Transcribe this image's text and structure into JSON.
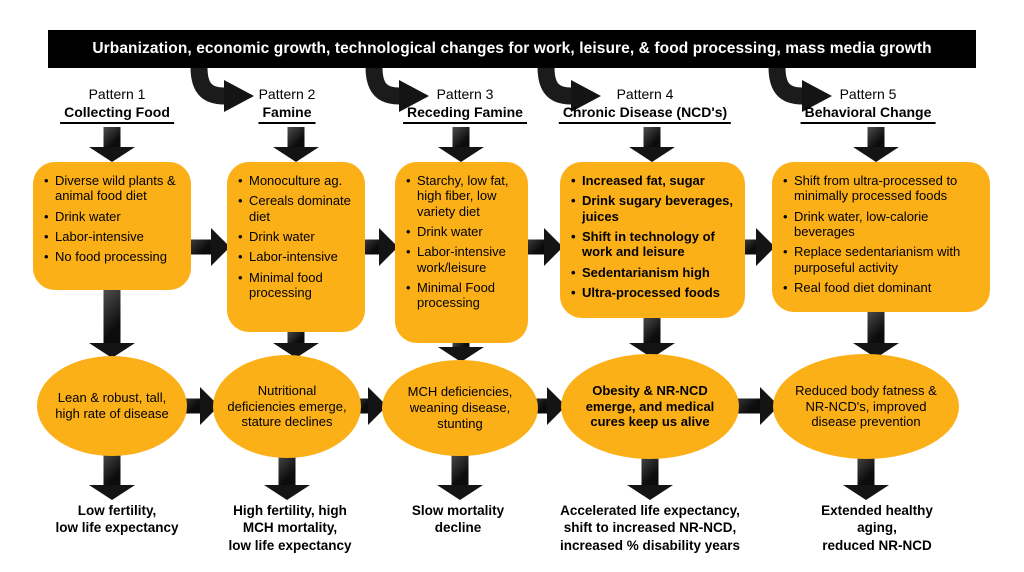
{
  "banner": "Urbanization, economic growth, technological changes for work, leisure, & food processing, mass media growth",
  "colors": {
    "node_fill": "#FBB018",
    "arrow": "#141414",
    "banner_bg": "#000000",
    "banner_text": "#FFFFFF"
  },
  "columns": [
    {
      "pattern": "Pattern 1",
      "title": "Collecting Food",
      "box_items": [
        "Diverse wild plants & animal food diet",
        "Drink water",
        "Labor-intensive",
        "No food processing"
      ],
      "ellipse": "Lean & robust, tall, high rate of disease",
      "outcome": "Low fertility,\nlow  life expectancy"
    },
    {
      "pattern": "Pattern 2",
      "title": "Famine",
      "box_items": [
        "Monoculture ag.",
        "Cereals dominate diet",
        "Drink water",
        "Labor-intensive",
        "Minimal food processing"
      ],
      "ellipse": "Nutritional deficiencies emerge, stature declines",
      "outcome": "High fertility, high\nMCH mortality,\nlow life expectancy"
    },
    {
      "pattern": "Pattern 3",
      "title": "Receding Famine",
      "box_items": [
        "Starchy, low fat, high fiber, low variety diet",
        "Drink water",
        "Labor-intensive work/leisure",
        "Minimal Food processing"
      ],
      "ellipse": "MCH deficiencies, weaning disease, stunting",
      "outcome": "Slow mortality\ndecline"
    },
    {
      "pattern": "Pattern 4",
      "title": "Chronic Disease (NCD's)",
      "box_items": [
        "Increased fat, sugar",
        "Drink sugary beverages, juices",
        "Shift in technology of work and leisure",
        "Sedentarianism high",
        "Ultra-processed foods"
      ],
      "ellipse": "Obesity & NR-NCD emerge, and medical cures keep us alive",
      "outcome": "Accelerated life expectancy,\nshift to increased NR-NCD,\nincreased % disability years"
    },
    {
      "pattern": "Pattern 5",
      "title": "Behavioral Change",
      "box_items": [
        "Shift from ultra-processed to minimally processed foods",
        "Drink water, low-calorie beverages",
        "Replace sedentarianism with purposeful activity",
        "Real food diet dominant"
      ],
      "ellipse": "Reduced body fatness & NR-NCD's, improved disease prevention",
      "outcome": "Extended healthy aging,\nreduced NR-NCD"
    }
  ]
}
